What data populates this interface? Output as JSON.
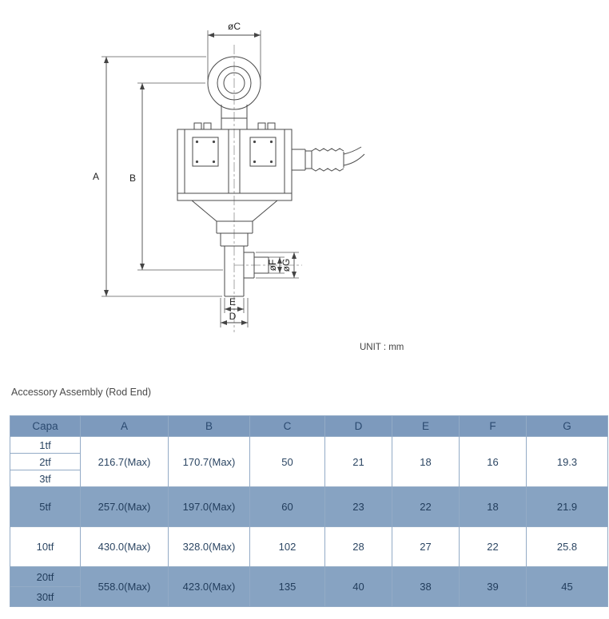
{
  "drawing": {
    "labels": {
      "dia_c": "øC",
      "a": "A",
      "b": "B",
      "dia_f": "øF",
      "dia_g": "øG",
      "e": "E",
      "d": "D"
    },
    "unit_note": "UNIT : mm"
  },
  "section_title": "Accessory Assembly (Rod End)",
  "table": {
    "headers": [
      "Capa",
      "A",
      "B",
      "C",
      "D",
      "E",
      "F",
      "G"
    ],
    "groups": [
      {
        "capas": [
          "1tf",
          "2tf",
          "3tf"
        ],
        "values": {
          "A": "216.7(Max)",
          "B": "170.7(Max)",
          "C": "50",
          "D": "21",
          "E": "18",
          "F": "16",
          "G": "19.3"
        }
      },
      {
        "capas": [
          "5tf"
        ],
        "values": {
          "A": "257.0(Max)",
          "B": "197.0(Max)",
          "C": "60",
          "D": "23",
          "E": "22",
          "F": "18",
          "G": "21.9"
        }
      },
      {
        "capas": [
          "10tf"
        ],
        "values": {
          "A": "430.0(Max)",
          "B": "328.0(Max)",
          "C": "102",
          "D": "28",
          "E": "27",
          "F": "22",
          "G": "25.8"
        }
      },
      {
        "capas": [
          "20tf",
          "30tf"
        ],
        "values": {
          "A": "558.0(Max)",
          "B": "423.0(Max)",
          "C": "135",
          "D": "40",
          "E": "38",
          "F": "39",
          "G": "45"
        }
      }
    ]
  },
  "colors": {
    "header_bg": "#7d9abd",
    "shaded_row_bg": "#87a3c2",
    "table_border": "#93abc6",
    "table_text": "#2c4663",
    "line": "#4a4a4a"
  }
}
